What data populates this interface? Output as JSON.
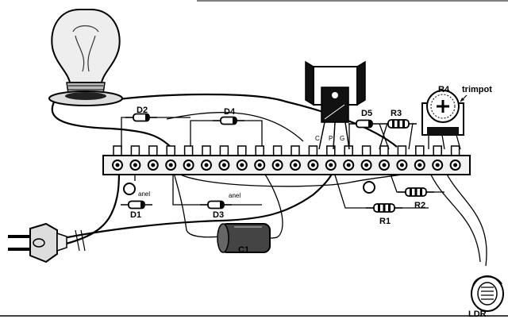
{
  "components": {
    "d1": "D1",
    "d2": "D2",
    "d3": "D3",
    "d4": "D4",
    "d5": "D5",
    "r1": "R1",
    "r2": "R2",
    "r3": "R3",
    "r4": "R4",
    "c1": "C1",
    "ldr": "LDR",
    "trimpot": "trimpot"
  },
  "annotations": {
    "anel_1": "anel",
    "anel_2": "anel",
    "pin_c": "C",
    "pin_p": "P",
    "pin_g": "G"
  },
  "icons": {
    "lamp": "light-bulb-icon",
    "plug": "power-plug-icon",
    "scr": "thyristor-icon",
    "ldr": "photoresistor-icon"
  },
  "colors": {
    "ink": "#000000",
    "paper": "#ffffff",
    "board": "#f2f2f2"
  }
}
